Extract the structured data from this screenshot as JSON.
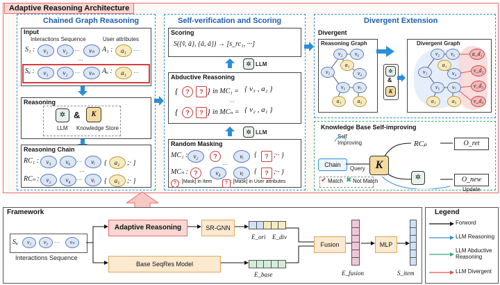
{
  "header": {
    "title": "Adaptive Reasoning Architecture"
  },
  "left": {
    "title": "Chained Graph Reasoning",
    "input_label": "Input",
    "interactions_sequence": "Interactions Sequence",
    "user_attributes": "User attributes",
    "row1_label": "S₁ :",
    "row1_attr": "A₁ :",
    "rowu_label": "Sᵤ :",
    "rowu_attr": "Aᵤ :",
    "ellipsis": "···",
    "reasoning_label": "Reasoning",
    "llm": "LLM",
    "knowledge_store": "Knowledge Store",
    "amp": "&",
    "chain_label": "Reasoning Chain",
    "rc1": "RC₁ :",
    "rcn": "RCₙ :"
  },
  "middle": {
    "title": "Self-verification and Scoring",
    "scoring_label": "Scoring",
    "scoring_formula": "S({v̂, â}, {â, â}) → [s_rc₁, ···]",
    "llm": "LLM",
    "abductive_label": "Abductive Reasoning",
    "in_mc1": "in MC₁ =",
    "in_mcn": "in MCₙ =",
    "random_masking_label": "Random Masking",
    "mc1": "MC₁ :",
    "mcn": "MCₙ :",
    "mask_item_legend": ": [Mask] in Item",
    "mask_attr_legend": ": [Mask] in User attributes",
    "q": "?"
  },
  "right": {
    "title": "Divergent Extension",
    "divergent_label": "Divergent",
    "reasoning_graph": "Reasoning Graph",
    "divergent_graph": "Divergent Graph",
    "kb_title": "Knowledge Base Self-improving",
    "self_improving": "Self Improving",
    "chain": "Chain",
    "query": "Query",
    "rcp": "RCₚ",
    "oret": "O_ret",
    "onew": "O_new",
    "match": "Match",
    "not_match": "Not Match",
    "update": "Update",
    "k": "K"
  },
  "framework": {
    "title": "Framework",
    "seq_label": "Interactions Sequence",
    "adaptive_reasoning": "Adaptive Reasoning",
    "sr_gnn": "SR-GNN",
    "base_model": "Base SeqRes Model",
    "fusion": "Fusion",
    "mlp": "MLP",
    "e_ori": "E_ori",
    "e_div": "E_div",
    "e_base": "E_base",
    "e_fusion": "E_fusion",
    "s_item": "S_item"
  },
  "legend": {
    "title": "Legend",
    "items": [
      {
        "label": "Forword",
        "color": "#111111"
      },
      {
        "label": "LLM Reasoning",
        "color": "#2a8fd6"
      },
      {
        "label": "LLM Abductive Reasoning",
        "color": "#3aa87a"
      },
      {
        "label": "LLM Divergent",
        "color": "#e05050"
      }
    ]
  },
  "colors": {
    "blue_dash": "#2a8fd6",
    "red_frame": "#e86a6a",
    "node_fill": "#dbe6f7",
    "attr_fill": "#f7eabf"
  }
}
